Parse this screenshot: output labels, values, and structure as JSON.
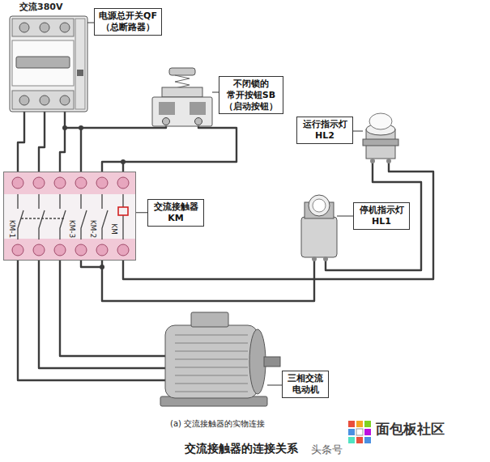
{
  "diagram": {
    "caption": "交流接触器的连接关系",
    "nodes": [
      {
        "text": [
          "电源总开关QF （总断路器）"
        ]
      },
      {
        "text": [
          "不闭锁的 常开按钮SB （启动按钮）"
        ]
      },
      {
        "text": [
          "运行指示灯 HL2"
        ]
      },
      {
        "text": [
          "KM-1",
          "KM-3",
          "KM-2",
          "KM"
        ]
      },
      {
        "text": [
          "交流接触器 KM"
        ]
      },
      {
        "text": [
          "停机指示灯 HL1"
        ]
      },
      {
        "text": [
          "三相交流 电动机"
        ]
      }
    ],
    "edges": [
      {
        "from": 4,
        "to": 3,
        "arrow": "none"
      }
    ],
    "labels": [
      "交流380V",
      "(a) 交流接触器的实物连接",
      "头条号",
      "面包板社区"
    ]
  }
}
